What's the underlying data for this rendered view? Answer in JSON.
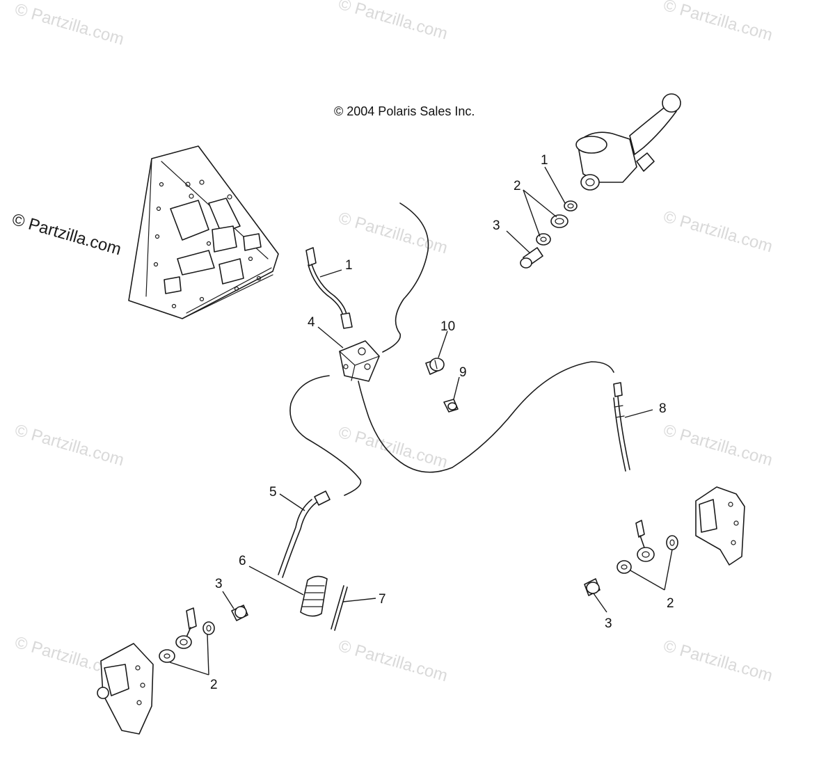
{
  "copyright": "© 2004 Polaris Sales Inc.",
  "watermark": {
    "text": "© Partzilla.com",
    "color": "#d9d9d9",
    "primary_color": "#1a1a1a"
  },
  "callouts": {
    "master_cyl_1": "1",
    "master_cyl_2": "2",
    "master_cyl_3": "3",
    "upper_line_1": "1",
    "junction_4": "4",
    "bleeder_10": "10",
    "bleeder_9": "9",
    "hose_8": "8",
    "hose_5": "5",
    "spring_6": "6",
    "pin_7": "7",
    "left_caliper_3": "3",
    "left_caliper_2": "2",
    "right_caliper_2": "2",
    "right_caliper_3": "3"
  }
}
